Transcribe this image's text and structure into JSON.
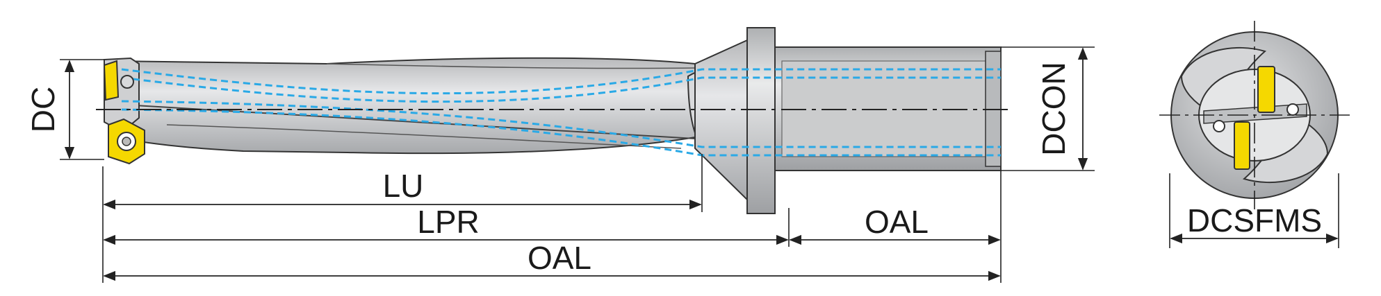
{
  "labels": {
    "dc": "DC",
    "lu": "LU",
    "lpr": "LPR",
    "oal_shank": "OAL",
    "oal_total": "OAL",
    "dcon": "DCON",
    "dcsfms": "DCSFMS"
  },
  "colors": {
    "body": "#c8c9cb",
    "body_light": "#e2e3e5",
    "body_dark": "#9fa1a4",
    "outline": "#333333",
    "coolant": "#2aa9e6",
    "insert": "#f5d800",
    "insert_dark": "#c6a800",
    "centerline": "#222222"
  }
}
